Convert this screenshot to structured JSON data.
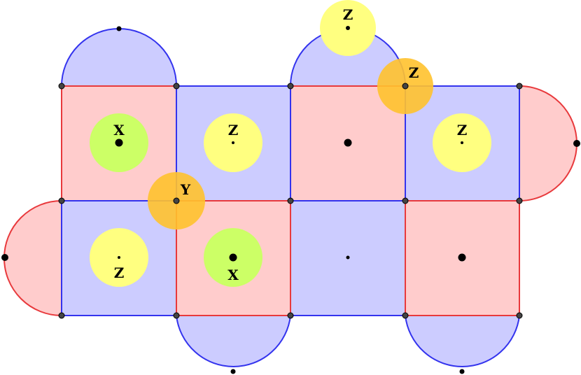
{
  "colors": {
    "red_fill": "#ffcccc",
    "blue_fill": "#ccccff",
    "red_stroke": "#e8393c",
    "blue_stroke": "#3333ee",
    "yellow": "#ffff80",
    "green": "#ccff66",
    "orange": "#ffc22e",
    "vertex": "#444444",
    "dot": "#000000"
  },
  "cells": {
    "top_row": [
      "red",
      "blue",
      "red",
      "blue"
    ],
    "bottom_row": [
      "blue",
      "red",
      "blue",
      "red"
    ]
  },
  "labels": {
    "x_cell_top": "X",
    "z_cell_top_2": "Z",
    "z_cell_top_4": "Z",
    "z_cell_bottom_1": "Z",
    "x_cell_bottom_2": "X",
    "z_top_cap": "Z",
    "z_corner": "Z",
    "y_corner": "Y"
  }
}
